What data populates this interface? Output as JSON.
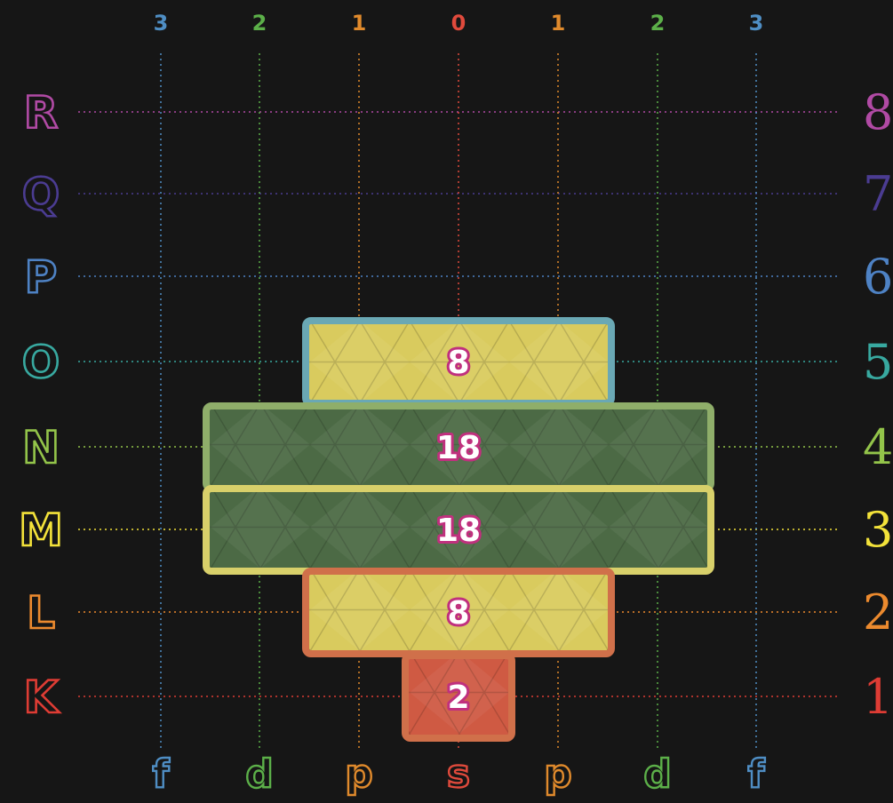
{
  "magnetic_numbers": [
    "3",
    "2",
    "1",
    "0",
    "1",
    "2",
    "3"
  ],
  "orbital_letters": [
    "f",
    "d",
    "p",
    "s",
    "p",
    "d",
    "f"
  ],
  "orbital_colors": {
    "s": "#e04a3c",
    "p": "#e08a2c",
    "d": "#5cb049",
    "f": "#4f8ec4"
  },
  "shells": [
    {
      "letter": "R",
      "number": "8",
      "color": "#b04aa4"
    },
    {
      "letter": "Q",
      "number": "7",
      "color": "#4b3c92"
    },
    {
      "letter": "P",
      "number": "6",
      "color": "#4e82c4"
    },
    {
      "letter": "O",
      "number": "5",
      "color": "#38a9a0"
    },
    {
      "letter": "N",
      "number": "4",
      "color": "#93c44a"
    },
    {
      "letter": "M",
      "number": "3",
      "color": "#f3e23a"
    },
    {
      "letter": "L",
      "number": "2",
      "color": "#ec8a2e"
    },
    {
      "letter": "K",
      "number": "1",
      "color": "#de3c34"
    }
  ],
  "blocks": [
    {
      "shell": "O",
      "value": "8",
      "fill": "#d9cb5e",
      "border": "#6aa8b4"
    },
    {
      "shell": "N",
      "value": "18",
      "fill": "#4c6a45",
      "border": "#8fae6a"
    },
    {
      "shell": "M",
      "value": "18",
      "fill": "#4c6a45",
      "border": "#d8d06a"
    },
    {
      "shell": "L",
      "value": "8",
      "fill": "#d9cb5e",
      "border": "#d0704a"
    },
    {
      "shell": "K",
      "value": "2",
      "fill": "#cf5a43",
      "border": "#d0704a"
    }
  ]
}
